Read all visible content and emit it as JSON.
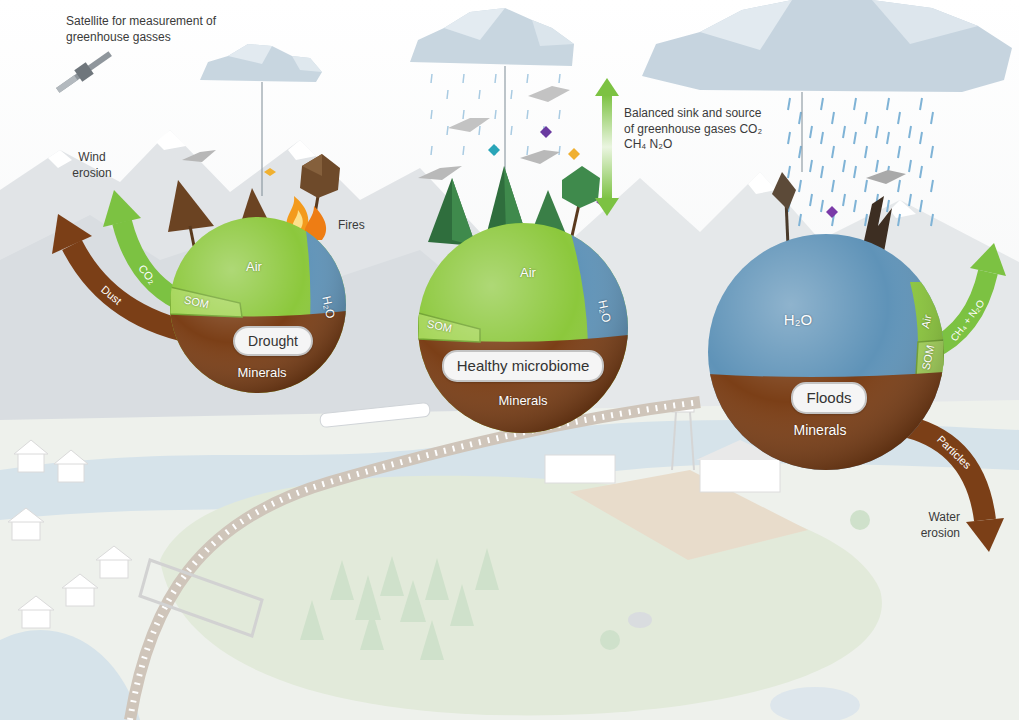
{
  "diagram": {
    "nodes": [
      {
        "text": [
          "Air",
          "H₂O",
          "SOM",
          "Minerals"
        ]
      },
      {
        "text": [
          "Drought"
        ],
        "in": 0
      },
      {
        "text": [
          "Air",
          "H₂O",
          "SOM",
          "Minerals"
        ]
      },
      {
        "text": [
          "Healthy microbiome"
        ],
        "in": 2
      },
      {
        "text": [
          "H₂O",
          "Air",
          "SOM",
          "Minerals"
        ]
      },
      {
        "text": [
          "Floods"
        ],
        "in": 4
      }
    ],
    "labels": [
      "Satellite for measurement of greenhouse gasses",
      "Wind erosion",
      "Dust",
      "CO₂",
      "Fires",
      "Balanced sink and source of greenhouse gases CO₂ CH₄ N₂O",
      "CH₄ + N₂O",
      "Particles",
      "Water erosion"
    ]
  }
}
